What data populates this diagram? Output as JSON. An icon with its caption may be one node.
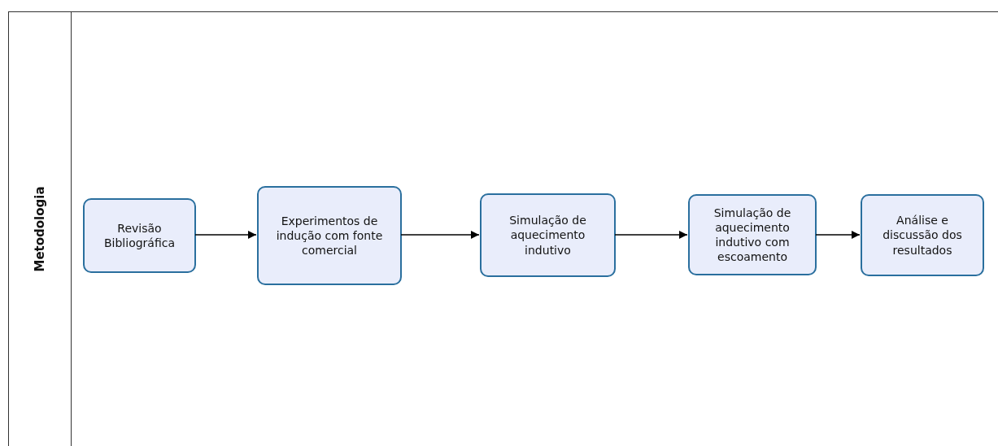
{
  "diagram": {
    "nodes": [
      {
        "text": [
          "Metodologia"
        ]
      },
      {
        "text": [
          "Revisão Bibliográfica"
        ],
        "in": 0
      },
      {
        "text": [
          "Experimentos de indução com fonte comercial"
        ],
        "in": 0
      },
      {
        "text": [
          "Simulação de aquecimento indutivo"
        ],
        "in": 0
      },
      {
        "text": [
          "Simulação de aquecimento indutivo com escoamento"
        ],
        "in": 0
      },
      {
        "text": [
          "Análise e discussão dos resultados"
        ],
        "in": 0
      }
    ],
    "edges": [
      {
        "from": 1,
        "to": 2,
        "arrow": "to"
      },
      {
        "from": 2,
        "to": 3,
        "arrow": "to"
      },
      {
        "from": 3,
        "to": 4,
        "arrow": "to"
      },
      {
        "from": 4,
        "to": 5,
        "arrow": "to"
      }
    ]
  }
}
